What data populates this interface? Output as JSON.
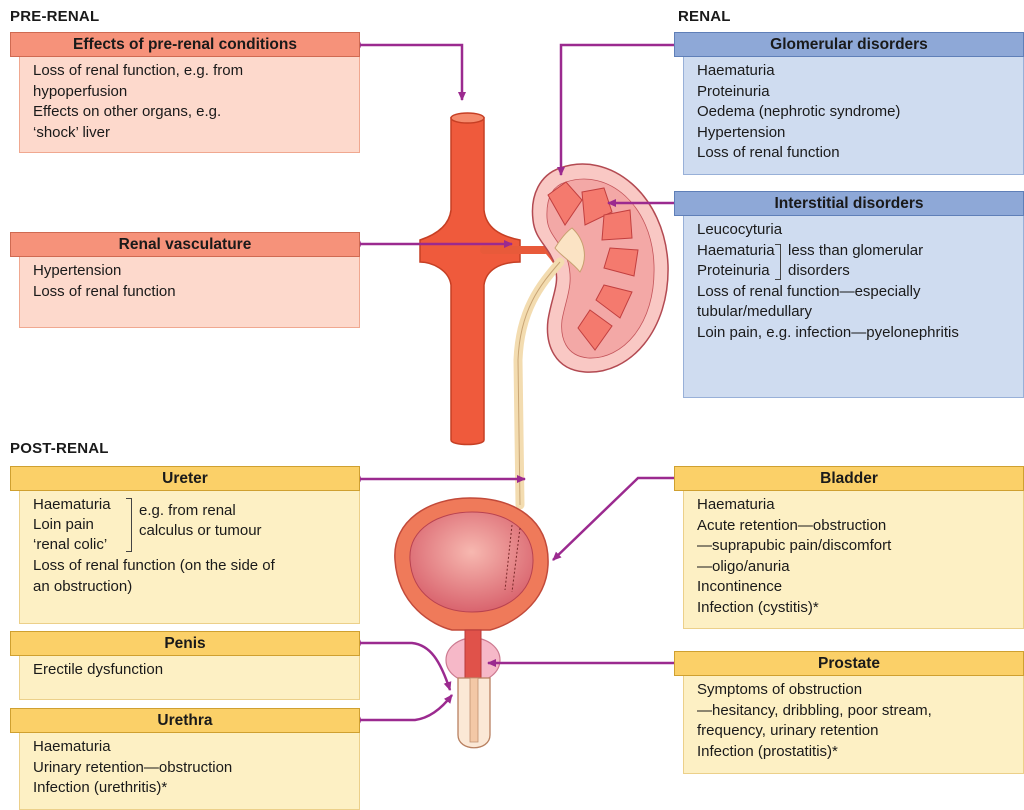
{
  "sections": {
    "pre_renal": "PRE-RENAL",
    "renal": "RENAL",
    "post_renal": "POST-RENAL"
  },
  "boxes": {
    "effects_pre_renal": {
      "title": "Effects of pre-renal conditions",
      "lines": [
        "Loss of renal function, e.g. from",
        "hypoperfusion",
        "Effects on other organs, e.g.",
        "‘shock’ liver"
      ]
    },
    "renal_vasculature": {
      "title": "Renal vasculature",
      "lines": [
        "Hypertension",
        "Loss of renal function"
      ]
    },
    "glomerular": {
      "title": "Glomerular disorders",
      "lines": [
        "Haematuria",
        "Proteinuria",
        "Oedema (nephrotic syndrome)",
        "Hypertension",
        "Loss of renal function"
      ]
    },
    "interstitial": {
      "title": "Interstitial disorders",
      "line1": "Leucocyturia",
      "bracket_items": [
        "Haematuria",
        "Proteinuria"
      ],
      "bracket_note": [
        "less than glomerular",
        "disorders"
      ],
      "lines_after": [
        "Loss of renal function—especially",
        "tubular/medullary",
        "Loin pain, e.g. infection—pyelonephritis"
      ]
    },
    "ureter": {
      "title": "Ureter",
      "bracket_items": [
        "Haematuria",
        "Loin pain",
        "‘renal colic’"
      ],
      "bracket_note": [
        "e.g. from renal",
        "calculus or tumour"
      ],
      "lines_after": [
        "Loss of renal function (on the side of",
        "an obstruction)"
      ]
    },
    "bladder": {
      "title": "Bladder",
      "lines": [
        "Haematuria",
        "Acute retention—obstruction",
        "—suprapubic pain/discomfort",
        "—oligo/anuria",
        "Incontinence",
        "Infection (cystitis)*"
      ]
    },
    "penis": {
      "title": "Penis",
      "lines": [
        "Erectile dysfunction"
      ]
    },
    "prostate": {
      "title": "Prostate",
      "lines": [
        "Symptoms of obstruction",
        "—hesitancy, dribbling, poor stream,",
        "frequency, urinary retention",
        "Infection (prostatitis)*"
      ]
    },
    "urethra": {
      "title": "Urethra",
      "lines": [
        "Haematuria",
        "Urinary retention—obstruction",
        "Infection (urethritis)*"
      ]
    }
  },
  "colors": {
    "pre_head": "#f6927a",
    "pre_body": "#fdd9cc",
    "renal_head": "#8ea8d7",
    "renal_body": "#cfdcf0",
    "post_head": "#fbd068",
    "post_body": "#fdf0c4",
    "connector": "#9b2a8f",
    "aorta": "#ef5a3c",
    "kidney_pink": "#f9c8c4"
  }
}
